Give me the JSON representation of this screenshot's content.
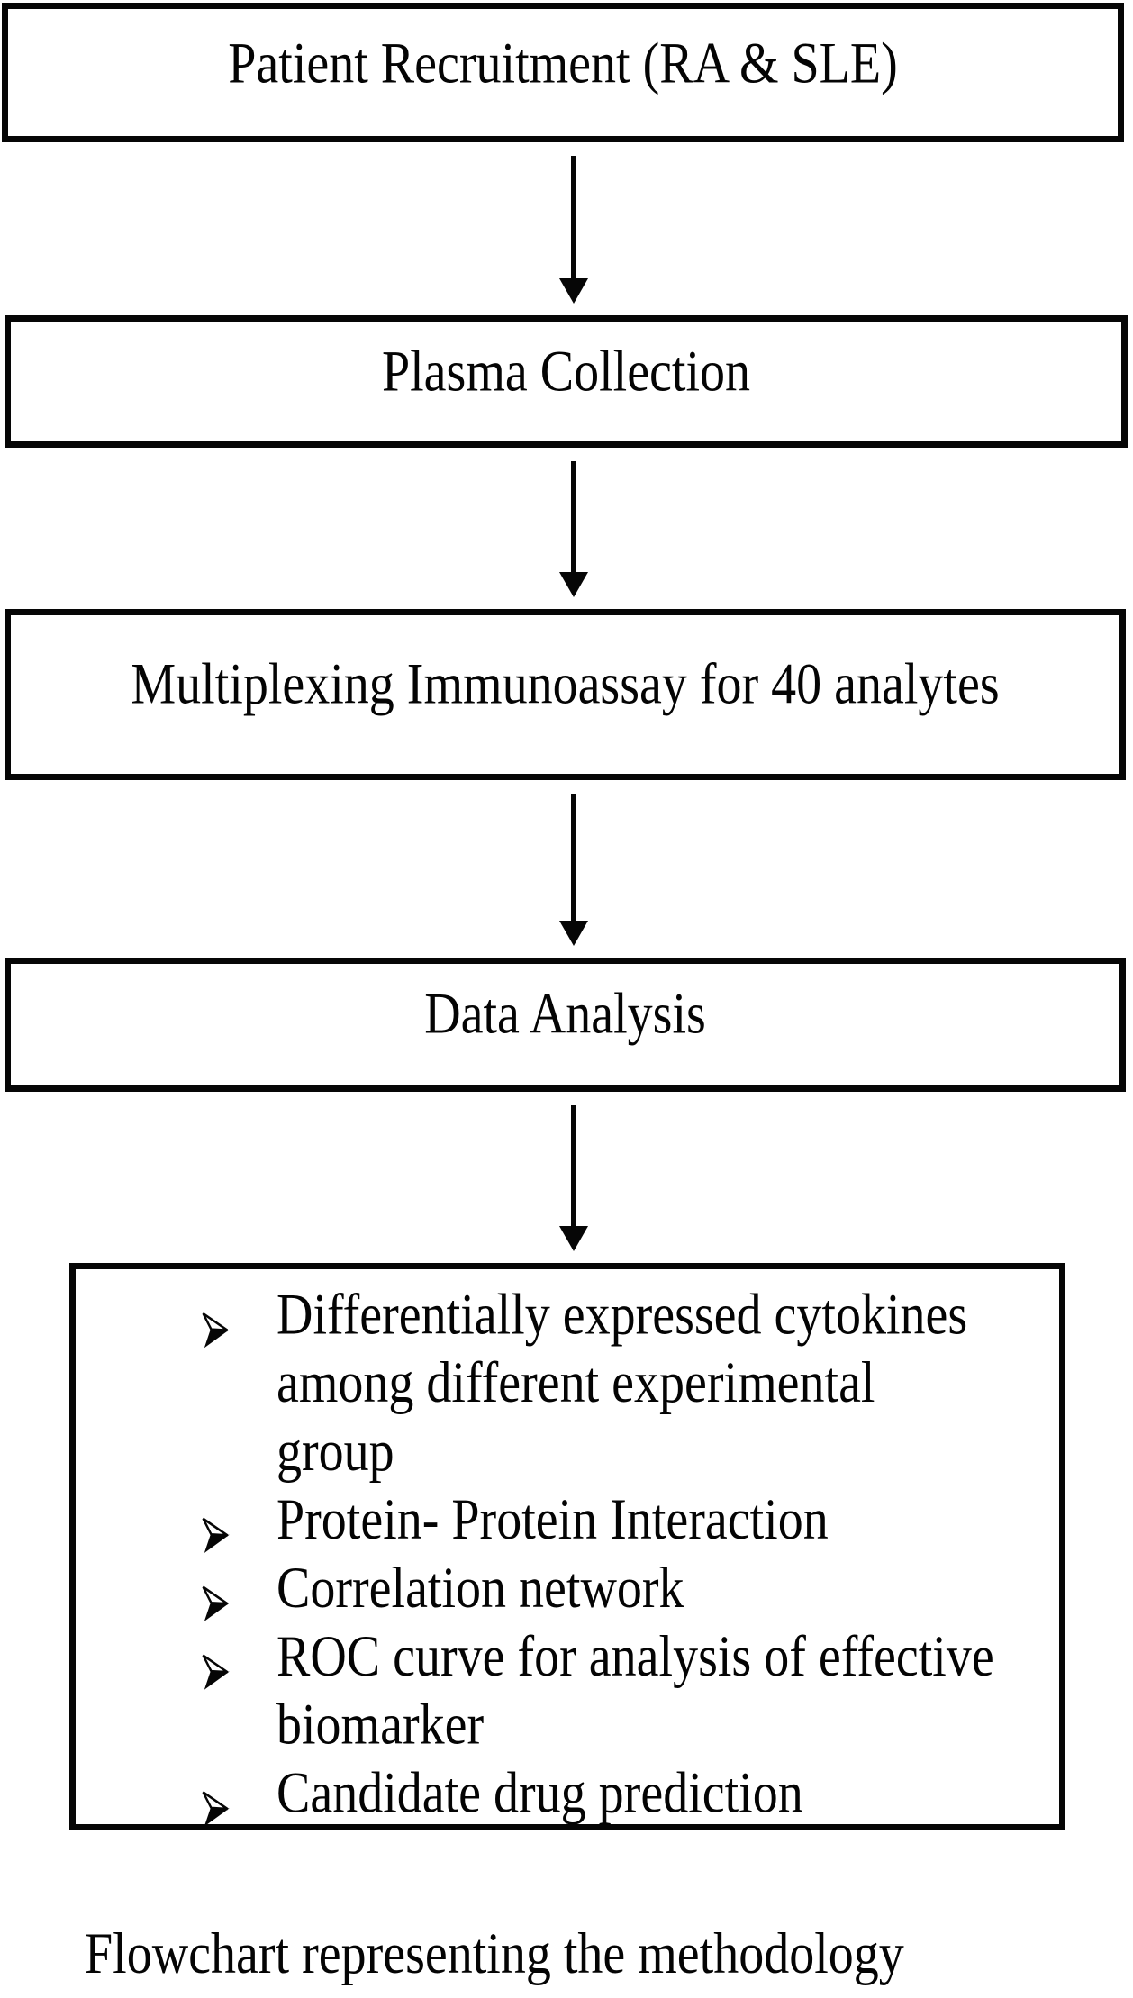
{
  "figure": {
    "flow": {
      "steps": [
        {
          "label": "Patient Recruitment (RA & SLE)"
        },
        {
          "label": "Plasma Collection"
        },
        {
          "label": "Multiplexing Immunoassay for 40 analytes"
        },
        {
          "label": "Data Analysis"
        }
      ]
    },
    "analysis": {
      "items": [
        {
          "text": "Differentially expressed cytokines\namong different experimental\ngroup"
        },
        {
          "text": "Protein- Protein Interaction"
        },
        {
          "text": "Correlation network"
        },
        {
          "text": "ROC curve for analysis of effective\nbiomarker"
        },
        {
          "text": "Candidate drug prediction"
        }
      ]
    },
    "caption": "Flowchart representing the methodology",
    "colors": {
      "ink": "#060606",
      "paper": "#ffffff"
    }
  }
}
